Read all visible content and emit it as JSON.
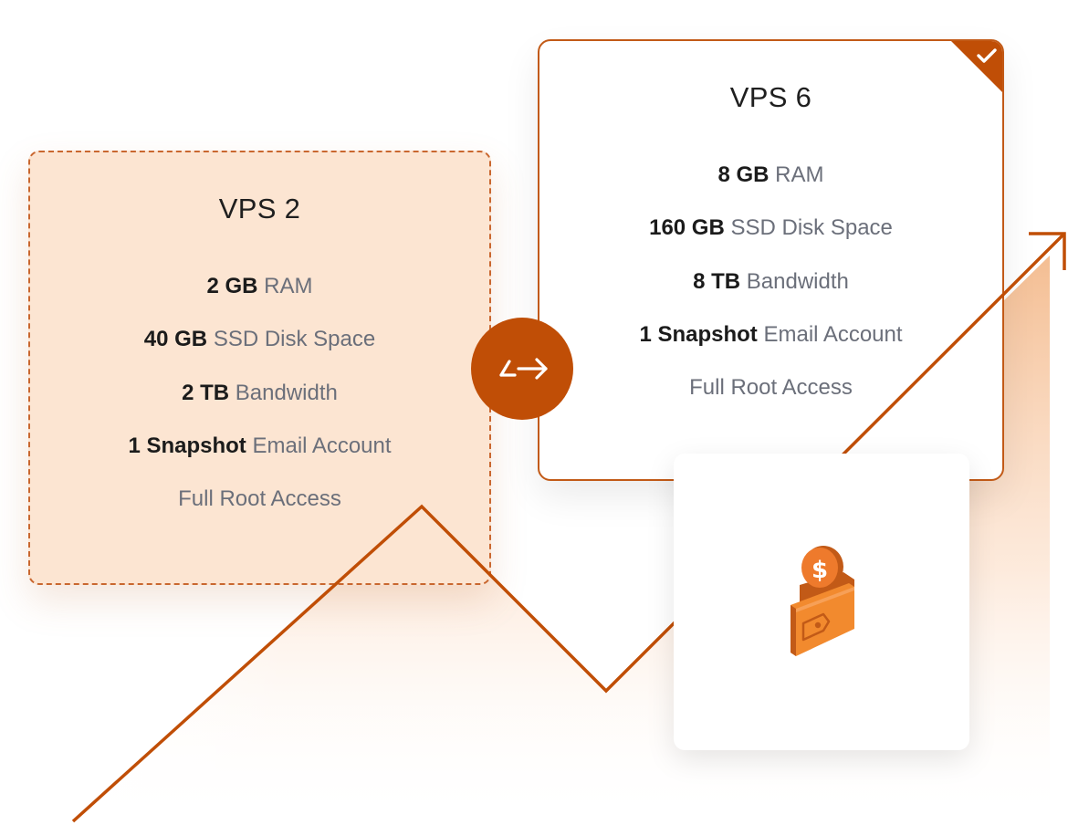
{
  "comparison": {
    "current_plan": {
      "title": "VPS 2",
      "features": [
        {
          "value": "2 GB",
          "label": "RAM"
        },
        {
          "value": "40 GB",
          "label": "SSD Disk Space"
        },
        {
          "value": "2 TB",
          "label": "Bandwidth"
        },
        {
          "value": "1 Snapshot",
          "label": "Email Account"
        },
        {
          "value": "",
          "label": "Full Root Access"
        }
      ]
    },
    "upgraded_plan": {
      "title": "VPS 6",
      "selected": true,
      "badge_icon": "check-icon",
      "features": [
        {
          "value": "8 GB",
          "label": "RAM"
        },
        {
          "value": "160 GB",
          "label": "SSD Disk Space"
        },
        {
          "value": "8 TB",
          "label": "Bandwidth"
        },
        {
          "value": "1 Snapshot",
          "label": "Email Account"
        },
        {
          "value": "",
          "label": "Full Root Access"
        }
      ]
    },
    "swap_button": {
      "icon": "swap-arrows-icon"
    },
    "illustration": {
      "icon": "wallet-coin-icon"
    }
  },
  "colors": {
    "accent": "#c04e06",
    "old_card_bg": "#fce5d2",
    "old_card_border": "#c9672f",
    "new_card_border": "#c25a17",
    "wallet_orange": "#f28a2e",
    "coin_orange": "#e8762a",
    "strong_text": "#1b1b1b",
    "muted_text": "#6b6f7a"
  }
}
